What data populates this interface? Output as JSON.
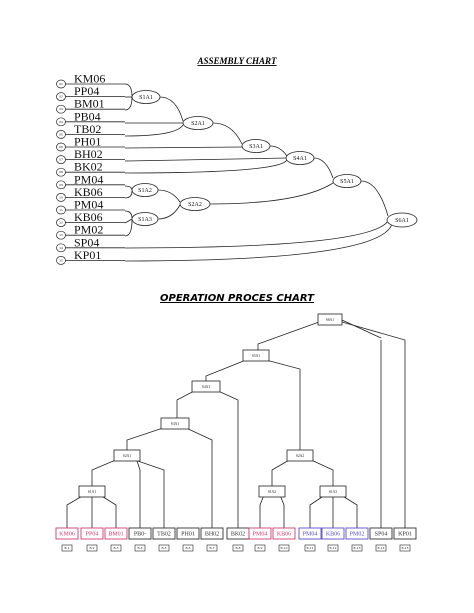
{
  "assembly": {
    "title": "ASSEMBLY CHART",
    "parts": [
      {
        "code": "KM06",
        "num": "01"
      },
      {
        "code": "PP04",
        "num": "02"
      },
      {
        "code": "BM01",
        "num": "03"
      },
      {
        "code": "PB04",
        "num": "04"
      },
      {
        "code": "TB02",
        "num": "05"
      },
      {
        "code": "PH01",
        "num": "06"
      },
      {
        "code": "BH02",
        "num": "07"
      },
      {
        "code": "BK02",
        "num": "08"
      },
      {
        "code": "PM04",
        "num": "09"
      },
      {
        "code": "KB06",
        "num": "10"
      },
      {
        "code": "PM04",
        "num": "11"
      },
      {
        "code": "KB06",
        "num": "12"
      },
      {
        "code": "PM02",
        "num": "13"
      },
      {
        "code": "SP04",
        "num": "14"
      },
      {
        "code": "KP01",
        "num": "15"
      }
    ],
    "nodes": {
      "s1a1": "S1A1",
      "s2a1": "S2A1",
      "s3a1": "S3A1",
      "s4a1": "S4A1",
      "s5a1": "S5A1",
      "s1a2": "S1A2",
      "s2a2": "S2A2",
      "s1a3": "S1A3",
      "s6a1": "S6A1"
    }
  },
  "operation": {
    "title": "OPERATION PROCES CHART",
    "leaves": [
      {
        "code": "KM06",
        "color": "#d23c6e",
        "num": "B-1"
      },
      {
        "code": "PP04",
        "color": "#d23c6e",
        "num": "B-2"
      },
      {
        "code": "BM01",
        "color": "#d23c6e",
        "num": "B-3"
      },
      {
        "code": "PB0-",
        "color": "#333333",
        "num": "B-4"
      },
      {
        "code": "TB02",
        "color": "#333333",
        "num": "B-5"
      },
      {
        "code": "PH01",
        "color": "#333333",
        "num": "B-6"
      },
      {
        "code": "BH02",
        "color": "#333333",
        "num": "B-7"
      },
      {
        "code": "BK02",
        "color": "#333333",
        "num": "B-8"
      },
      {
        "code": "PM04",
        "color": "#d23c6e",
        "num": "B-9"
      },
      {
        "code": "KB06",
        "color": "#d23c6e",
        "num": "B-10"
      },
      {
        "code": "PM04",
        "color": "#5a4fc8",
        "num": "B-11"
      },
      {
        "code": "KB06",
        "color": "#5a4fc8",
        "num": "B-12"
      },
      {
        "code": "PM02",
        "color": "#5a4fc8",
        "num": "B-13"
      },
      {
        "code": "SP04",
        "color": "#333333",
        "num": "B-14"
      },
      {
        "code": "KP01",
        "color": "#333333",
        "num": "B-15"
      }
    ],
    "nodes": {
      "s6a1": "S6A1",
      "s5a1": "S5A1",
      "s4a1": "S4A1",
      "s3a1": "S3A1",
      "s2a1": "S2A1",
      "s1a1": "S1A1",
      "s1a2": "S1A2",
      "s2a2": "S2A2",
      "s1a3": "S1A3"
    }
  }
}
